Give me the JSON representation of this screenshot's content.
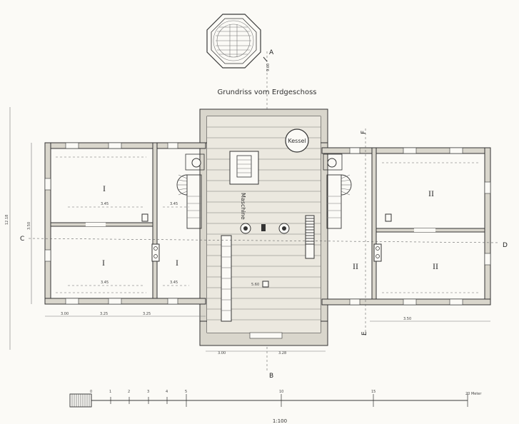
{
  "title": "Grundriss vom Erdgeschoss",
  "tank_label": "Kessel",
  "machine_label": "Maschine",
  "rooms": {
    "left_top": "I",
    "left_bottom": "I",
    "left_small": "I",
    "right_top": "II",
    "right_bottom_a": "II",
    "right_bottom_b": "II"
  },
  "section_markers": {
    "a": "A",
    "b": "B",
    "c": "C",
    "d": "D",
    "e": "E",
    "f": "F"
  },
  "scale": {
    "ticks": [
      "0",
      "1",
      "2",
      "3",
      "4",
      "5",
      "10",
      "15",
      "20 Meter"
    ],
    "ratio": "1:100"
  },
  "dimensions": {
    "overall_height": "12.18",
    "hall_width_top": "9.60",
    "hall_width_mid": "5.60",
    "hall_bottom_1": "3.00",
    "hall_bottom_2": "3.28",
    "left_room_w1": "3.45",
    "left_room_w2": "3.45",
    "left_room_w3": "3.45",
    "left_room_w4": "3.45",
    "left_bottom_1": "3.00",
    "left_bottom_2": "3.25",
    "left_bottom_3": "3.25",
    "right_bottom": "3.50",
    "c_depth": "3.50"
  }
}
